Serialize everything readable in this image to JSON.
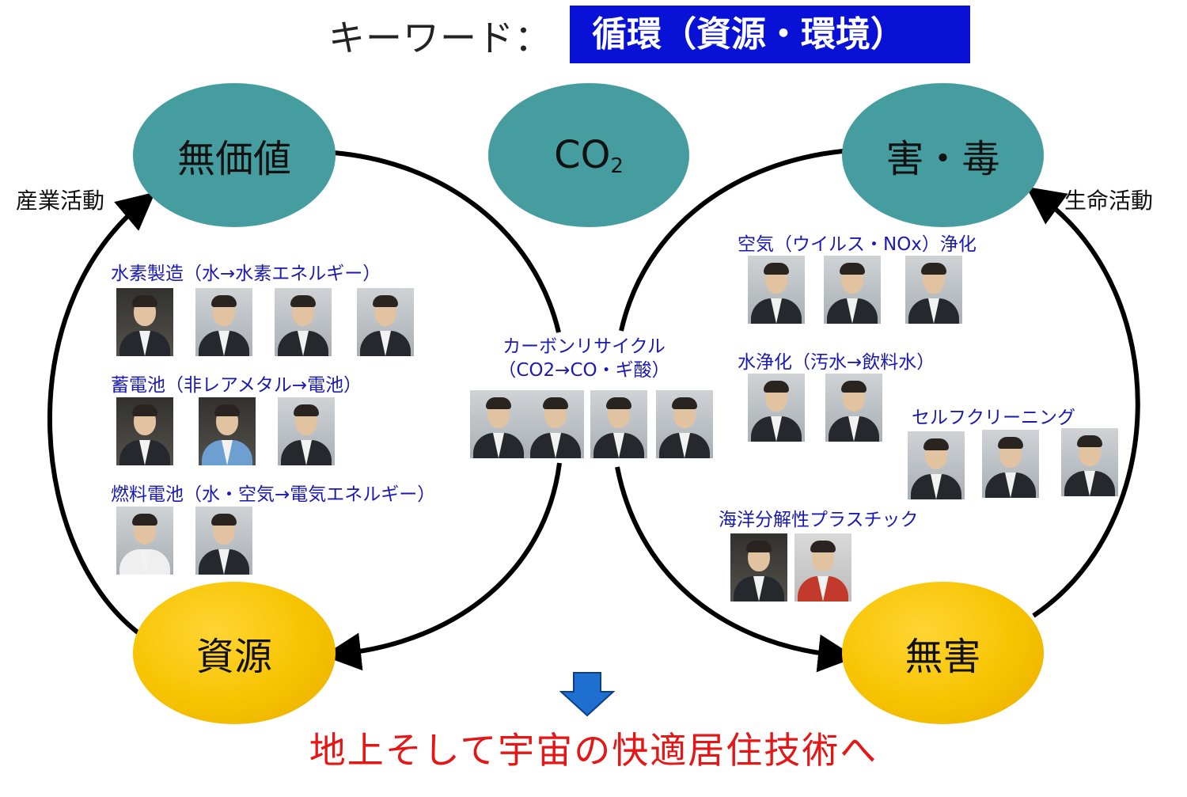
{
  "keyword": {
    "label": "キーワード：",
    "value": "循環（資源・環境）"
  },
  "nodes": {
    "worthless": "無価値",
    "co2_main": "CO",
    "co2_sub": "2",
    "harm_poison": "害・毒",
    "resource": "資源",
    "harmless": "無害"
  },
  "side_labels": {
    "industry": "産業活動",
    "life": "生命活動"
  },
  "sections": {
    "hydrogen": "水素製造（水→水素エネルギー）",
    "battery": "蓄電池（非レアメタル→電池）",
    "fuel_cell": "燃料電池（水・空気→電気エネルギー）",
    "carbon_recycle_line1": "カーボンリサイクル",
    "carbon_recycle_line2": "（CO2→CO・ギ酸）",
    "air": "空気（ウイルス・NOx）浄化",
    "water": "水浄化（汚水→飲料水）",
    "self_clean": "セルフクリーニング",
    "plastic": "海洋分解性プラスチック"
  },
  "bottom_message": "地上そして宇宙の快適居住技術へ",
  "colors": {
    "keyword_box": "#0a11d6",
    "teal_node": "#469da0",
    "gold_node": "#f7c300",
    "section_text": "#1a1ab0",
    "bottom_text": "#e41616",
    "down_arrow": "#1f6fd1"
  }
}
